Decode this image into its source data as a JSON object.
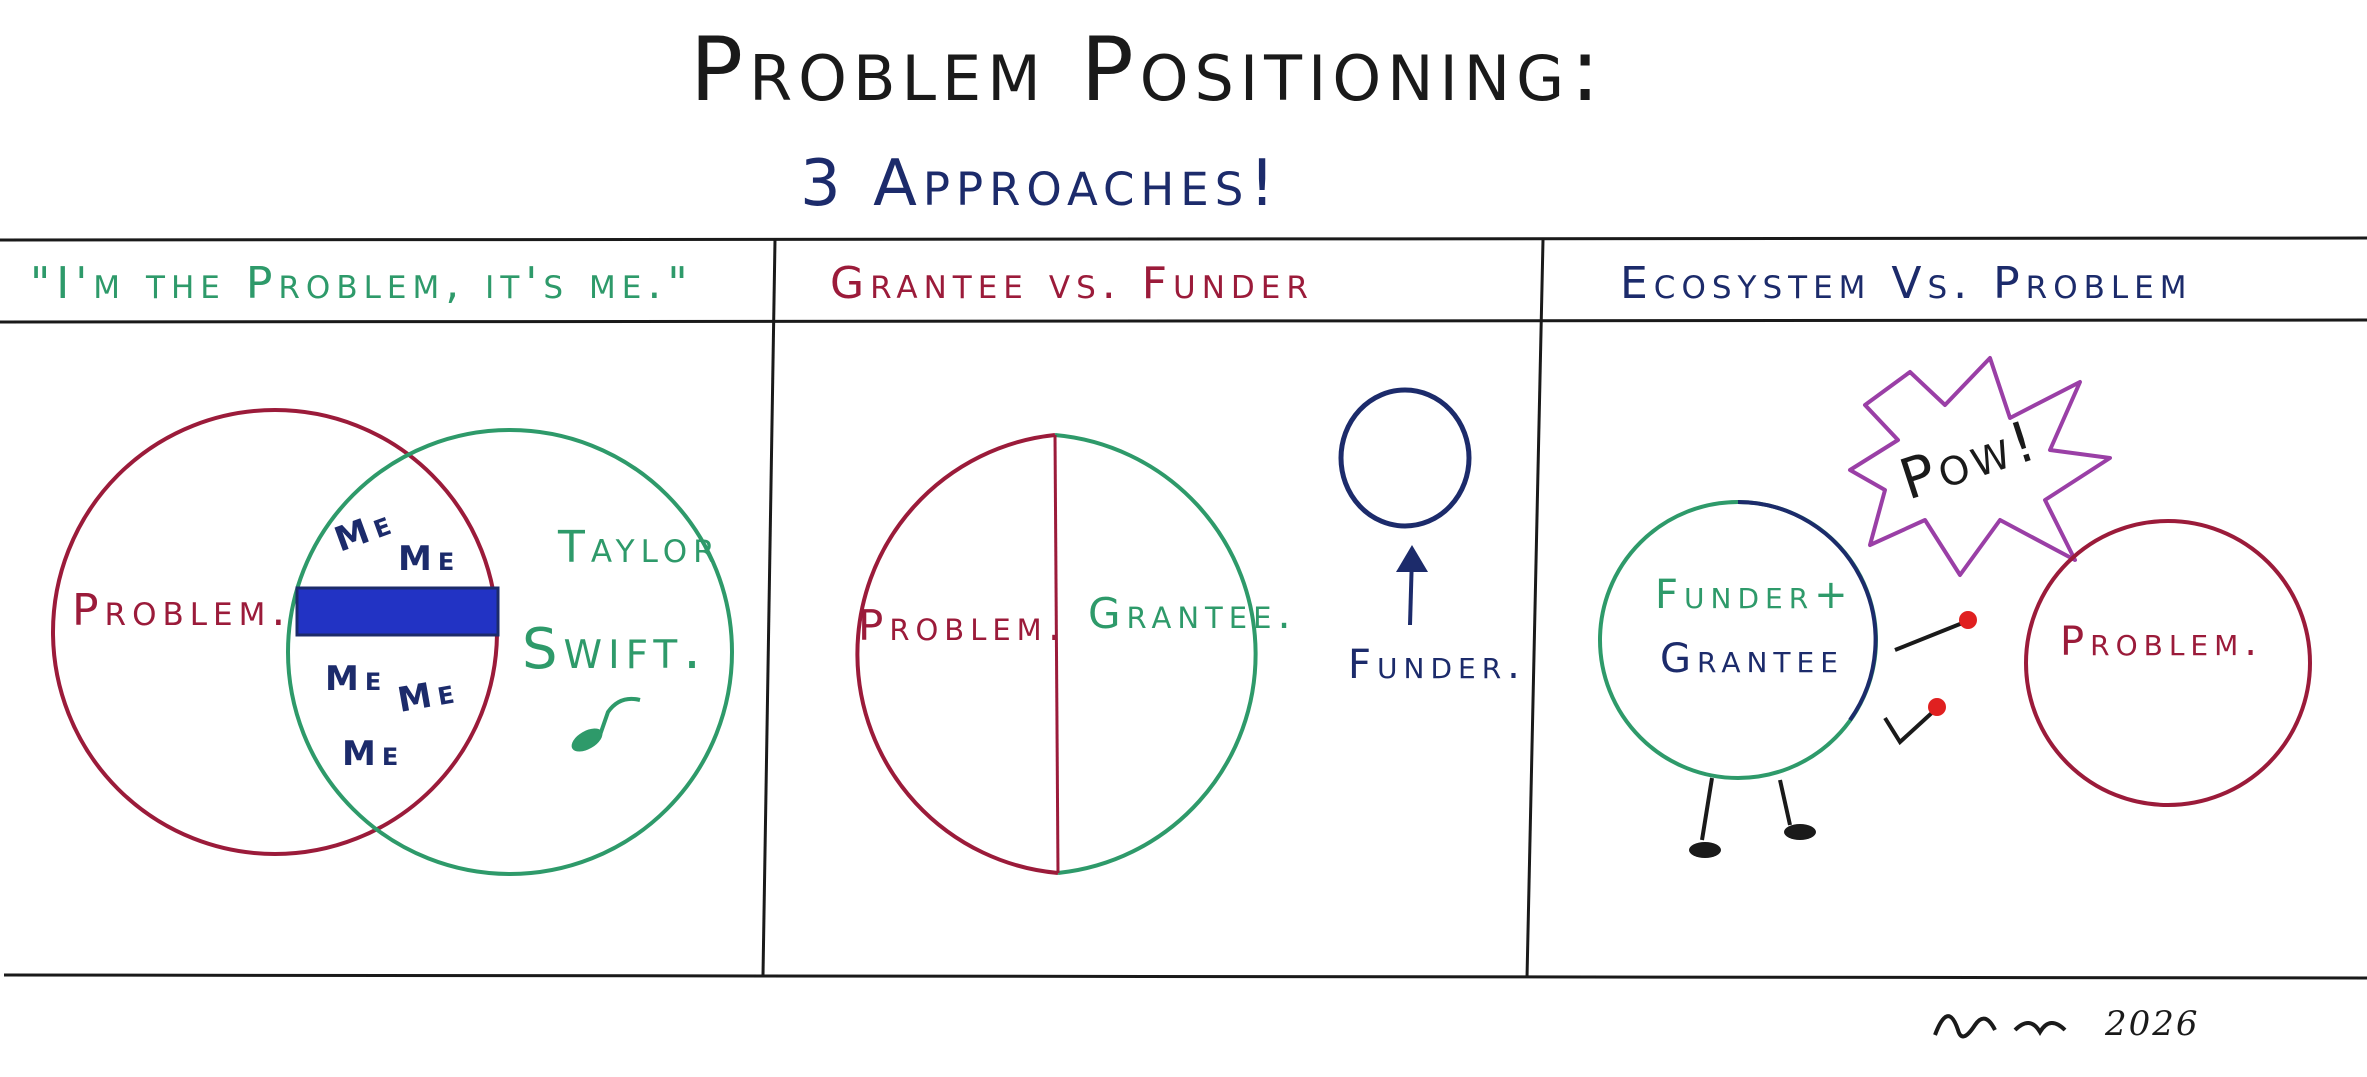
{
  "title": "Problem Positioning:",
  "subtitle": "3 Approaches!",
  "panels": [
    {
      "header": "\"I'm the Problem, it's me.\"",
      "problem_label": "Problem.",
      "me_labels": [
        "Me",
        "Me",
        "Me",
        "Me",
        "Me"
      ],
      "taylor_label": "Taylor",
      "swift_label": "Swift."
    },
    {
      "header": "Grantee vs. Funder",
      "problem_label": "Problem.",
      "grantee_label": "Grantee.",
      "funder_label": "Funder."
    },
    {
      "header": "Ecosystem Vs. Problem",
      "pow_label": "Pow!",
      "funder_label": "Funder+",
      "grantee_label": "Grantee",
      "problem_label": "Problem."
    }
  ],
  "signature": "2026",
  "colors": {
    "red": "#9b1b3a",
    "green": "#2e9a6a",
    "navy": "#1c2b6b",
    "blue_fill": "#2233c4",
    "purple": "#9a3fa6",
    "ink": "#1a1a1a",
    "fist": "#e02020"
  }
}
